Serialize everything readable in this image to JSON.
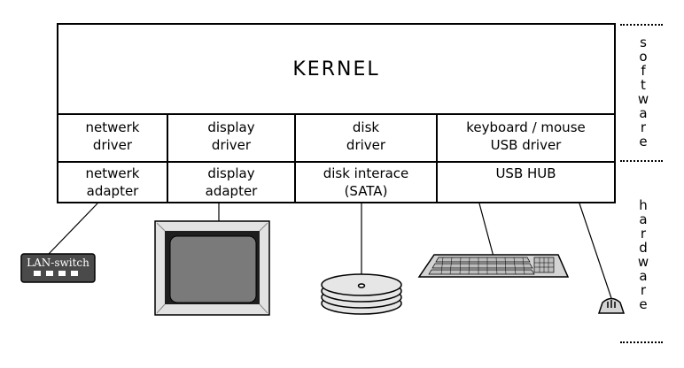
{
  "kernel": {
    "label": "KERNEL"
  },
  "drivers": [
    {
      "line1": "netwerk",
      "line2": "driver"
    },
    {
      "line1": "display",
      "line2": "driver"
    },
    {
      "line1": "disk",
      "line2": "driver"
    },
    {
      "line1": "keyboard / mouse",
      "line2": "USB driver"
    }
  ],
  "hardware": [
    {
      "line1": "netwerk",
      "line2": "adapter"
    },
    {
      "line1": "display",
      "line2": "adapter"
    },
    {
      "line1": "disk interace",
      "line2": "(SATA)"
    },
    {
      "line1": "USB HUB",
      "line2": ""
    }
  ],
  "side_labels": {
    "software": "software",
    "hardware": "hardware"
  },
  "devices": {
    "switch_label": "LAN-switch"
  }
}
